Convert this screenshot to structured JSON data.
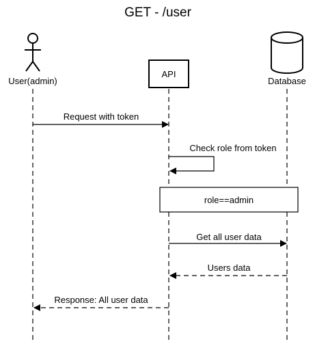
{
  "diagram": {
    "title": "GET - /user",
    "participants": {
      "user": {
        "label": "User(admin)",
        "icon": "actor-stick-figure-icon"
      },
      "api": {
        "label": "API",
        "icon": "box"
      },
      "database": {
        "label": "Database",
        "icon": "database-cylinder-icon"
      }
    },
    "messages": [
      {
        "from": "User(admin)",
        "to": "API",
        "label": "Request with token",
        "style": "solid"
      },
      {
        "from": "API",
        "to": "API",
        "label": "Check role from token",
        "style": "solid"
      },
      {
        "from": "API",
        "to": "Database",
        "label": "Get all user data",
        "style": "solid"
      },
      {
        "from": "Database",
        "to": "API",
        "label": "Users data",
        "style": "dashed"
      },
      {
        "from": "API",
        "to": "User(admin)",
        "label": "Response: All user data",
        "style": "dashed"
      }
    ],
    "condition": {
      "label": "role==admin"
    }
  },
  "colors": {
    "stroke": "#000000",
    "background": "#ffffff"
  }
}
